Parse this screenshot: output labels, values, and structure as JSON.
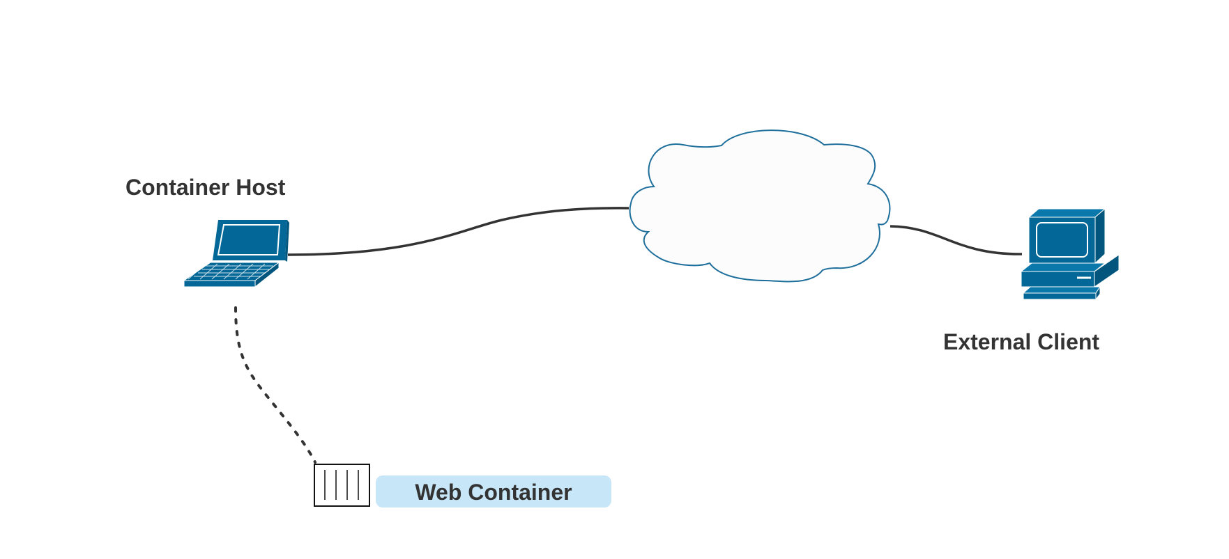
{
  "nodes": {
    "container_host": {
      "label": "Container Host",
      "icon": "laptop-icon"
    },
    "external_client": {
      "label": "External Client",
      "icon": "desktop-computer-icon"
    },
    "internet": {
      "label": "",
      "icon": "cloud-icon"
    },
    "web_container": {
      "label": "Web Container",
      "icon": "container-icon"
    }
  },
  "edges": [
    {
      "from": "container_host",
      "to": "internet",
      "style": "solid"
    },
    {
      "from": "internet",
      "to": "external_client",
      "style": "solid"
    },
    {
      "from": "container_host",
      "to": "web_container",
      "style": "dotted"
    }
  ],
  "colors": {
    "device_blue": "#036897",
    "cloud_stroke": "#1f6f9c",
    "edge": "#333333",
    "label_bg": "#c7e6f7",
    "text": "#333333"
  }
}
